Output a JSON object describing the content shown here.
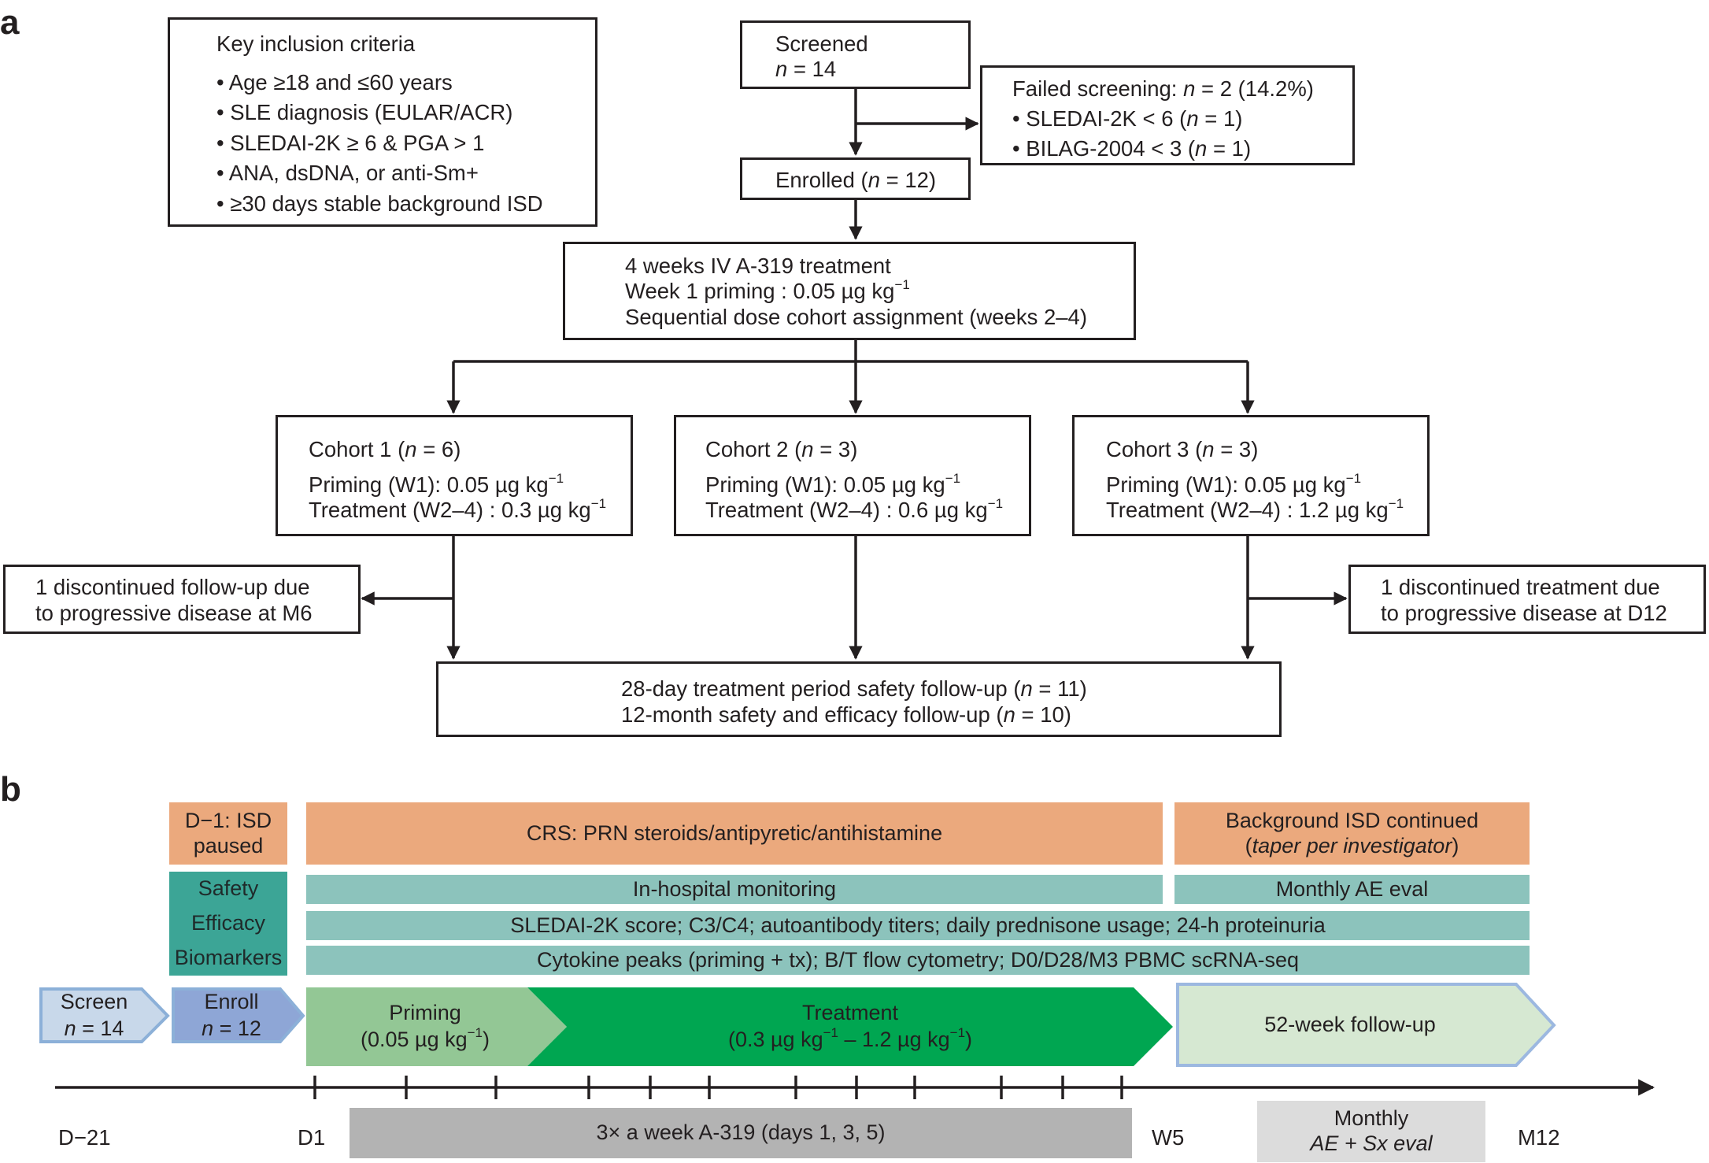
{
  "panels": {
    "a": "a",
    "b": "b"
  },
  "inclusion": {
    "title": "Key inclusion criteria",
    "items": [
      "Age ≥18 and ≤60 years",
      "SLE diagnosis (EULAR/ACR)",
      "SLEDAI-2K ≥ 6 & PGA > 1",
      "ANA, dsDNA, or anti-Sm+",
      "≥30 days stable background ISD"
    ],
    "bullet": "•"
  },
  "screened": {
    "title": "Screened",
    "n_label": "n",
    "n_value": "= 14"
  },
  "failed": {
    "line1_pre": "Failed screening: ",
    "n_label": "n",
    "line1_post": " = 2 (14.2%)",
    "item1_pre": "• SLEDAI-2K < 6 (",
    "item1_post": " = 1)",
    "item2_pre": "• BILAG-2004 < 3 (",
    "item2_post": " = 1)"
  },
  "enrolled": {
    "pre": "Enrolled (",
    "n_label": "n",
    "post": " = 12)"
  },
  "treatment": {
    "line1": "4 weeks IV A-319 treatment",
    "line2": "Week 1 priming : 0.05 µg kg",
    "sup": "−1",
    "line3": "Sequential dose cohort assignment (weeks 2–4)"
  },
  "cohorts": [
    {
      "title_pre": "Cohort 1 (",
      "title_post": " = 6)",
      "priming": "Priming (W1): 0.05 µg kg",
      "treat": "Treatment (W2–4) : 0.3 µg kg"
    },
    {
      "title_pre": "Cohort 2 (",
      "title_post": " = 3)",
      "priming": "Priming (W1): 0.05 µg kg",
      "treat": "Treatment (W2–4) : 0.6 µg kg"
    },
    {
      "title_pre": "Cohort 3 (",
      "title_post": " = 3)",
      "priming": "Priming (W1): 0.05 µg kg",
      "treat": "Treatment (W2–4) : 1.2 µg kg"
    }
  ],
  "discontinued_left": {
    "line1": "1 discontinued follow-up due",
    "line2": "to progressive disease at M6"
  },
  "discontinued_right": {
    "line1": "1 discontinued treatment due",
    "line2": "to progressive disease at D12"
  },
  "followup": {
    "line1_pre": "28-day treatment period safety follow-up (",
    "line1_post": " = 11)",
    "line2_pre": "12-month safety and efficacy follow-up (",
    "line2_post": " = 10)"
  },
  "timeline": {
    "isd_paused_1": "D−1: ISD",
    "isd_paused_2": "paused",
    "crs": "CRS: PRN steroids/antipyretic/antihistamine",
    "bg_isd_1": "Background ISD continued",
    "bg_isd_2": "taper per investigator",
    "bg_isd_open": "(",
    "bg_isd_close": ")",
    "safety": "Safety",
    "efficacy": "Efficacy",
    "biomarkers": "Biomarkers",
    "inhospital": "In-hospital monitoring",
    "monthly_ae": "Monthly AE eval",
    "efficacy_row": "SLEDAI-2K score; C3/C4; autoantibody titers; daily prednisone usage; 24-h proteinuria",
    "biomarker_row": "Cytokine peaks (priming + tx); B/T flow cytometry; D0/D28/M3 PBMC scRNA-seq",
    "screen": "Screen",
    "screen_n": "= 14",
    "enroll": "Enroll",
    "enroll_n": "= 12",
    "priming": "Priming",
    "priming_dose": "(0.05 µg kg",
    "priming_close": ")",
    "treatment": "Treatment",
    "treatment_dose_a": "(0.3 µg kg",
    "treatment_dose_b": " – 1.2 µg kg",
    "treatment_close": ")",
    "followup52": "52-week follow-up",
    "dosing": "3× a week A-319 (days 1, 3, 5)",
    "monthly_1": "Monthly",
    "monthly_2": "AE + Sx eval",
    "d21": "D−21",
    "d1": "D1",
    "w5": "W5",
    "m12": "M12",
    "n_label": "n",
    "sup": "−1"
  },
  "colors": {
    "orange": "#eba97d",
    "teal": "#8cc3bc",
    "teal_dark": "#3ca596",
    "screen_fill": "#c8d8ea",
    "screen_stroke": "#8cb0d8",
    "enroll_fill": "#8ea6d6",
    "priming_fill": "#93c795",
    "treatment_fill": "#00a651",
    "followup_fill": "#d6e8d2",
    "followup_stroke": "#9cb8e0",
    "gray": "#b3b3b3",
    "light_gray": "#dcdcdc"
  }
}
